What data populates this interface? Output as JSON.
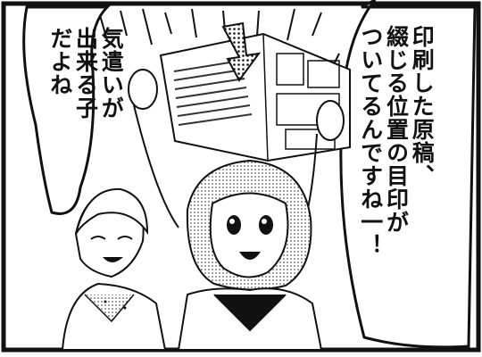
{
  "left_bubble": {
    "lines": [
      "気遣いが",
      "出来る子",
      "だよね"
    ]
  },
  "right_bubble": {
    "lines": [
      "印刷した原稿、",
      "綴じる位置の目印が",
      "ついてるんですね一！"
    ]
  },
  "colors": {
    "ink": "#111111",
    "paper": "#ffffff",
    "screentone": "#8a8a8a"
  }
}
